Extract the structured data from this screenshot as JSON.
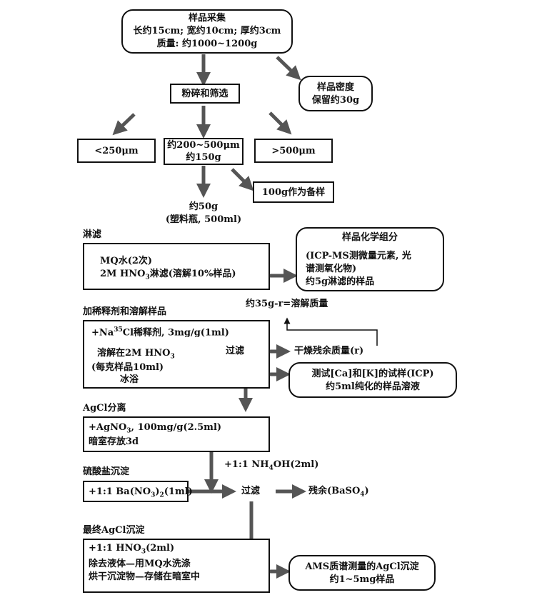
{
  "sample_collection": {
    "title": "样品采集",
    "dims": "长约15cm; 宽约10cm; 厚约3cm",
    "mass": "质量: 约1000~1200g"
  },
  "density_sample": {
    "line1": "样品密度",
    "line2": "保留约30g"
  },
  "crush": {
    "label": "粉碎和筛选"
  },
  "lt250": {
    "label": "<250μm"
  },
  "mid_fraction": {
    "line1": "约200~500μm",
    "line2": "约150g"
  },
  "gt500": {
    "label": ">500μm"
  },
  "backup": {
    "label": "100g作为备样"
  },
  "bottle": {
    "line1": "约50g",
    "line2": "(塑料瓶, 500ml)"
  },
  "leach": {
    "heading": "淋滤",
    "line1": "MQ水(2次)",
    "line2_a": "2M HNO",
    "line2_sub": "3",
    "line2_b": "淋滤(溶解10%样品)"
  },
  "chem": {
    "title": "样品化学组分",
    "line1": "(ICP-MS测微量元素, 光",
    "line2": "谱测氧化物)",
    "line3": "约5g淋滤的样品"
  },
  "dissolved_mass": {
    "label": "约35g-r=溶解质量"
  },
  "dissolve": {
    "heading": "加稀释剂和溶解样品",
    "line1_a": "+Na",
    "line1_sup": "35",
    "line1_b": "Cl稀释剂, 3mg/g(1ml)",
    "line2_a": "溶解在2M HNO",
    "line2_sub": "3",
    "line3": "(每克样品10ml)",
    "line4": "冰浴"
  },
  "filter1": {
    "label": "过滤"
  },
  "dry_residue": {
    "label": "干燥残余质量(r)"
  },
  "icp_test": {
    "line1": "测试[Ca]和[K]的试样(ICP)",
    "line2": "约5ml纯化的样品溶液"
  },
  "agcl_sep": {
    "heading": "AgCl分离",
    "line1_a": "+AgNO",
    "line1_sub": "3",
    "line1_b": ", 100mg/g(2.5ml)",
    "line2": "暗室存放3d"
  },
  "nh4oh": {
    "label_a": "+1:1 NH",
    "label_sub": "4",
    "label_b": "OH(2ml)"
  },
  "sulfate": {
    "heading": "硫酸盐沉淀",
    "line1_a": "+1:1 Ba(NO",
    "line1_sub": "3",
    "line1_b": ")",
    "line1_sub2": "2",
    "line1_c": "(1ml)"
  },
  "filter2": {
    "label": "过滤"
  },
  "residue_baso4": {
    "label_a": "残余(BaSO",
    "label_sub": "4",
    "label_b": ")"
  },
  "final_agcl": {
    "heading": "最终AgCl沉淀",
    "line1_a": "+1:1 HNO",
    "line1_sub": "3",
    "line1_b": "(2ml)",
    "line2": "除去液体—用MQ水洗涤",
    "line3": "烘干沉淀物—存储在暗室中"
  },
  "ams": {
    "line1": "AMS质谱测量的AgCl沉淀",
    "line2": "约1~5mg样品"
  }
}
